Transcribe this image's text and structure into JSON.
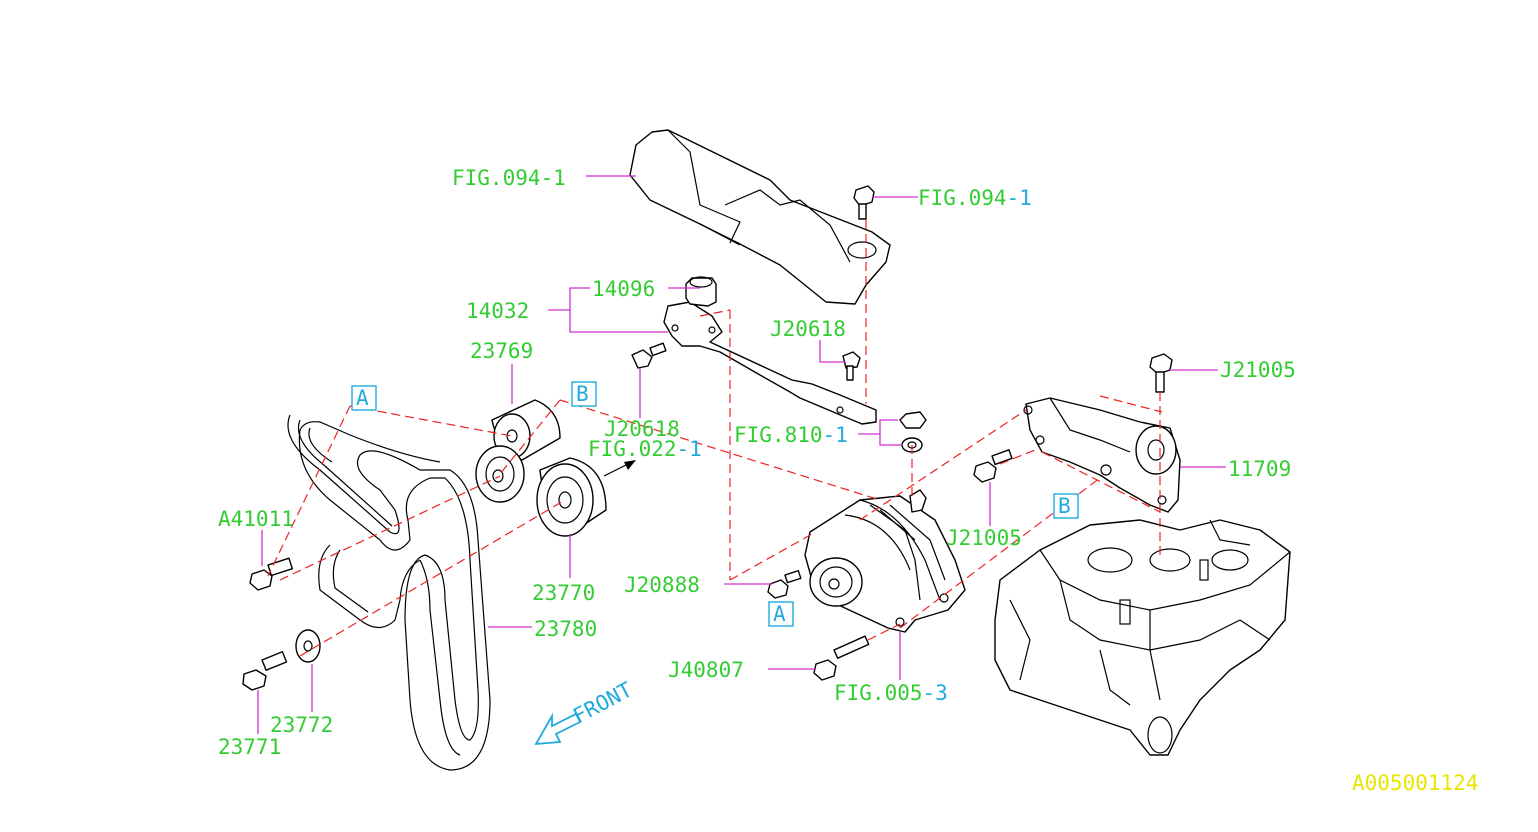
{
  "diagram_id": "A005001124",
  "labels": {
    "fig094_left": "FIG.094",
    "fig094_left_suffix": "-1",
    "fig094_right": "FIG.094",
    "fig094_right_suffix": "-1",
    "p14096": "14096",
    "p14032": "14032",
    "p23769": "23769",
    "j20618_left": "J20618",
    "j20618_right": "J20618",
    "fig022": "FIG.022",
    "fig022_suffix": "-1",
    "fig810": "FIG.810",
    "fig810_suffix": "-1",
    "j21005_top": "J21005",
    "p11709": "11709",
    "j21005_mid": "J21005",
    "a41011": "A41011",
    "j20888": "J20888",
    "p23770": "23770",
    "p23780": "23780",
    "j40807": "J40807",
    "fig005": "FIG.005",
    "fig005_suffix": "-3",
    "p23772": "23772",
    "p23771": "23771",
    "front": "FRONT"
  },
  "refs": {
    "a_top": "A",
    "b_top": "B",
    "b_right": "B",
    "a_alt": "A"
  },
  "colors": {
    "part_number": "#33cc33",
    "figure_suffix": "#22aadd",
    "leader": "#cc33cc",
    "alignment": "#ee2222",
    "diagram_id": "#e6e600"
  }
}
